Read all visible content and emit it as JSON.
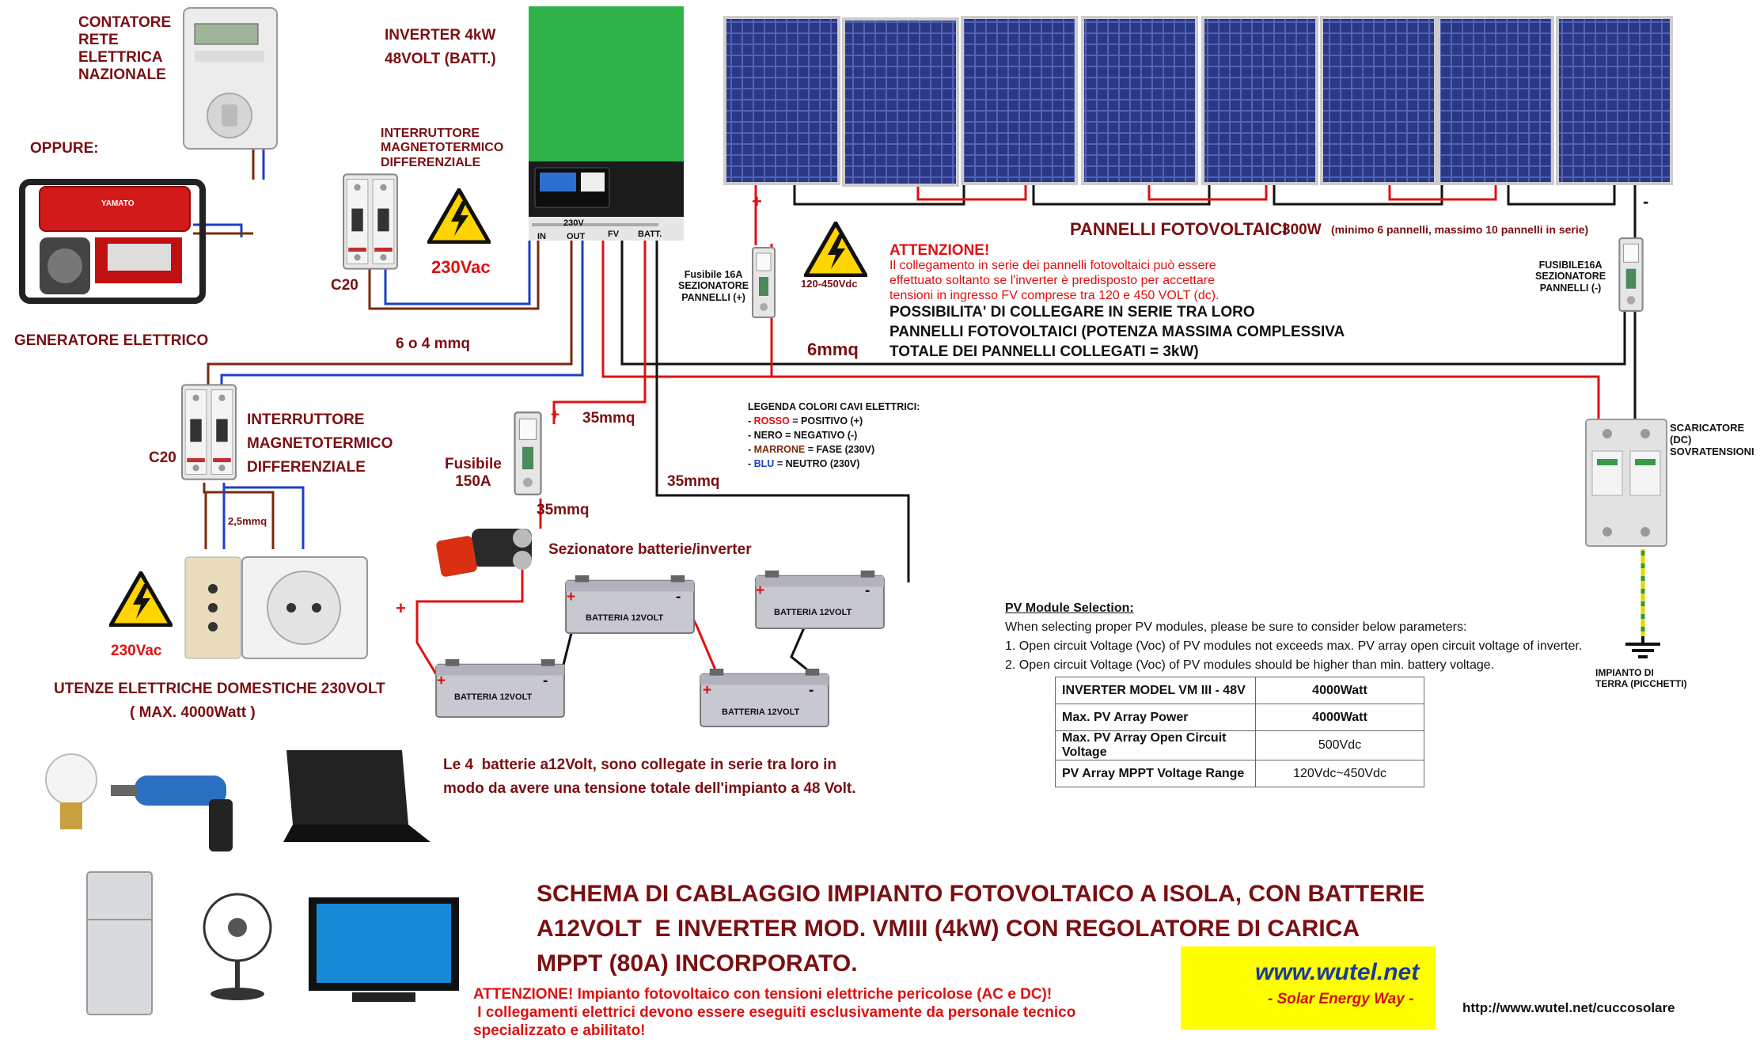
{
  "meter": {
    "label": "CONTATORE\nRETE\nELETTRICA\nNAZIONALE"
  },
  "oppure": "OPPURE:",
  "generator": {
    "label": "GENERATORE ELETTRICO",
    "brand": "YAMATO"
  },
  "inverter": {
    "title": "INVERTER 4kW\n48VOLT (BATT.)",
    "display": "230V",
    "ports": {
      "in": "IN",
      "out": "OUT",
      "fv": "FV",
      "batt": "BATT."
    }
  },
  "breaker_top": {
    "label": "INTERRUTTORE\nMAGNETOTERMICO\nDIFFERENZIALE",
    "rating": "C20"
  },
  "warning_230_top": "230Vac",
  "wire_6o4": "6 o 4 mmq",
  "breaker_mid": {
    "label": "INTERRUTTORE\nMAGNETOTERMICO\nDIFFERENZIALE",
    "rating": "C20"
  },
  "wire_25": "2,5mmq",
  "warning_230_bottom": "230Vac",
  "utenze": {
    "title": "UTENZE ELETTRICHE DOMESTICHE 230VOLT",
    "subtitle": "( MAX. 4000Watt )"
  },
  "fuse_150": {
    "label": "Fusibile\n150A",
    "plus": "+"
  },
  "wire_35": [
    "35mmq",
    "35mmq",
    "35mmq"
  ],
  "disconnector": "Sezionatore batterie/inverter",
  "battery_label": "BATTERIA 12VOLT",
  "battery_plus": "+",
  "battery_minus": "-",
  "battery_note": "Le 4  batterie a12Volt, sono collegate in serie tra loro in\nmodo da avere una tensione totale dell'impianto a 48 Volt.",
  "fuse_pos": {
    "label": "Fusibile 16A\nSEZIONATORE\nPANNELLI (+)",
    "sign": "+"
  },
  "fuse_neg": {
    "label": "FUSIBILE16A\nSEZIONATORE\nPANNELLI (-)",
    "sign": "-"
  },
  "warning_pv": "120-450Vdc",
  "wire_6mmq": "6mmq",
  "attention_pv": {
    "title": "ATTENZIONE!",
    "body": "Il collegamento in serie dei pannelli fotovoltaici può essere\neffettuato soltanto se l'inverter è predisposto per accettare\ntensioni in ingresso FV comprese tra 120 e 450 VOLT (dc)."
  },
  "series_note": "POSSIBILITA' DI COLLEGARE IN SERIE TRA LORO\nPANNELLI FOTOVOLTAICI (POTENZA MASSIMA COMPLESSIVA\nTOTALE DEI PANNELLI COLLEGATI = 3kW)",
  "panels": {
    "title": "PANNELLI FOTOVOLTAICI",
    "power": "300W",
    "range": "(minimo 6 pannelli, massimo 10 pannelli in serie)",
    "plus": "+",
    "minus": "-"
  },
  "spd": {
    "label": "SCARICATORE\n(DC)\nSOVRATENSIONI"
  },
  "ground": {
    "label": "IMPIANTO DI\nTERRA (PICCHETTI)"
  },
  "legend": {
    "title": "LEGENDA COLORI CAVI ELETTRICI:",
    "items": [
      {
        "color": "ROSSO",
        "meaning": " = POSITIVO (+)"
      },
      {
        "color": "NERO",
        "meaning": " = NEGATIVO (-)"
      },
      {
        "color": "MARRONE",
        "meaning": " = FASE (230V)"
      },
      {
        "color": "BLU",
        "meaning": " = NEUTRO (230V)"
      }
    ]
  },
  "pv_selection": {
    "title": "PV Module Selection:",
    "intro": "When selecting proper PV modules, please be sure to consider below parameters:",
    "points": [
      "1.   Open circuit Voltage (Voc) of PV modules not exceeds max. PV array open circuit voltage of inverter.",
      "2.   Open circuit Voltage (Voc) of PV modules should be higher than min. battery voltage."
    ],
    "table": [
      [
        "INVERTER MODEL  VM III - 48V",
        "4000Watt"
      ],
      [
        "Max. PV Array Power",
        "4000Watt"
      ],
      [
        "Max. PV Array Open Circuit Voltage",
        "500Vdc"
      ],
      [
        "PV Array MPPT Voltage Range",
        "120Vdc~450Vdc"
      ]
    ]
  },
  "main_title": "SCHEMA DI CABLAGGIO IMPIANTO FOTOVOLTAICO A ISOLA, CON BATTERIE\nA12VOLT  E INVERTER MOD. VMIII (4kW) CON REGOLATORE DI CARICA\nMPPT (80A) INCORPORATO.",
  "warning_footer": "ATTENZIONE! Impianto fotovoltaico con tensioni elettriche pericolose (AC e DC)!\n I collegamenti elettrici devono essere eseguiti esclusivamente da personale tecnico\nspecializzato e abilitato!",
  "logo": {
    "site": "www.wutel.net",
    "tagline": "- Solar Energy Way -"
  },
  "url": "http://www.wutel.net/cuccosolare",
  "colors": {
    "red": "#e01010",
    "black": "#111111",
    "brown": "#7a2a0a",
    "blue": "#1d3fc4",
    "green": "#2fb24a",
    "dark_red_text": "#7a0f12",
    "panel_blue": "#2c3a8c",
    "logo_yellow": "#ffff00"
  }
}
